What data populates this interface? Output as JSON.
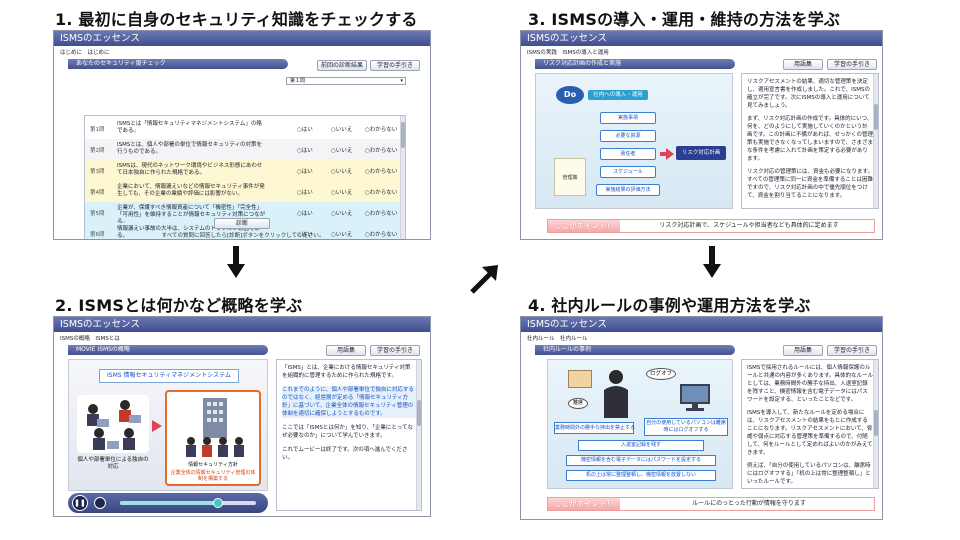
{
  "steps": [
    {
      "title": "1. 最初に自身のセキュリティ知識をチェックする"
    },
    {
      "title": "2. ISMSとは何かなど概略を学ぶ"
    },
    {
      "title": "3. ISMSの導入・運用・維持の方法を学ぶ"
    },
    {
      "title": "4. 社内ルールの事例や運用方法を学ぶ"
    }
  ],
  "app_title": "ISMSのエッセンス",
  "colors": {
    "accent": "#43508f",
    "point_pink": "#f6a8a8",
    "highlight_orange": "#e07010"
  },
  "screen1": {
    "breadcrumb": "はじめに　はじめに",
    "section": "あなたのセキュリティ度チェック",
    "btn_result": "前回の診断結果",
    "btn_help": "学習の手引き",
    "select_value": "第１問",
    "questions": [
      {
        "num": "第1問",
        "text": "ISMSとは「情報セキュリティマネジメントシステム」の略である。",
        "opts": [
          "○はい",
          "○いいえ",
          "○わからない"
        ]
      },
      {
        "num": "第2問",
        "text": "ISMSとは、個人や部署の単位で情報セキュリティの対策を行うものである。",
        "opts": [
          "○はい",
          "○いいえ",
          "○わからない"
        ]
      },
      {
        "num": "第3問",
        "text": "ISMSは、現代のネットワーク環境やビジネス形態にあわせて日本独自に作られた規格である。",
        "opts": [
          "○はい",
          "○いいえ",
          "○わからない"
        ]
      },
      {
        "num": "第4問",
        "text": "企業において、情報漏えいなどの情報セキュリティ事件が発生しても、その企業の業績や評価には影響がない。",
        "opts": [
          "○はい",
          "○いいえ",
          "○わからない"
        ]
      },
      {
        "num": "第5問",
        "text": "企業が、保護すべき情報資産について「機密性」「完全性」「可用性」を維持することが情報セキュリティ対策につながる。",
        "opts": [
          "○はい",
          "○いいえ",
          "○わからない"
        ]
      },
      {
        "num": "第6問",
        "text": "情報漏えい事故の大半は、システムのトラブルが原因である。",
        "opts": [
          "○はい",
          "○いいえ",
          "○わからない"
        ]
      }
    ],
    "btn_diagnose": "診断",
    "footer": "すべての質問に回答したら[診断]ボタンをクリックしてください。"
  },
  "screen2": {
    "breadcrumb": "ISMSの概略　ISMSとは",
    "section": "MOVIE  ISMSの概略",
    "btn_glossary": "用語集",
    "btn_help": "学習の手引き",
    "movie_heading_left": "ISMS",
    "movie_heading": "情報セキュリティマネジメントシステム",
    "label_left": "個人や部署単位による独自の対応",
    "label_building": "情報セキュリティ方針",
    "label_right": "企業全体の情報セキュリティ管理の体制を構築する",
    "text_lines": [
      {
        "t": "「ISMS」とは、企業における情報セキュリティ対策を組織的に管理するために作られた規格です。",
        "c": ""
      },
      {
        "t": "これまでのように、個人や部署単位で独自に対応するのではなく、経営層が定める「情報セキュリティ方針」に基づいて、企業全体の情報セキュリティ管理の体制を適切に確保しようとするものです。",
        "c": "hl-blue"
      },
      {
        "t": "ここでは「ISMSとは何か」を知り、「企業にとってなぜ必要なのか」について学んでいきます。",
        "c": ""
      },
      {
        "t": "これでムービーは終了です。次の項へ進んでください。",
        "c": ""
      }
    ],
    "progress": 0.72
  },
  "screen3": {
    "breadcrumb": "ISMSの実践　ISMSの導入と運用",
    "section": "リスク対応計画の作成と実施",
    "btn_glossary": "用語集",
    "btn_help": "学習の手引き",
    "do_label": "Do",
    "do_subtitle": "社内への導入・運用",
    "diagram_boxes": [
      "実施事項",
      "必要な資源",
      "責任者",
      "スケジュール",
      "実施結果の評価方法"
    ],
    "management_label": "管理策",
    "plan_label": "リスク対応計画",
    "text_lines": [
      {
        "t": "リスクアセスメントの結果、適切な管理策を決定し、適用宣言書を作成しました。これで、ISMSの確立が完了です。次にISMSの導入と運用について見てみましょう。",
        "c": ""
      },
      {
        "t": "まず、リスク対応計画の作成です。具体的にいつ、何を、どのようにして実施していくのかという計画です。この計画に不備があれば、せっかくの管理策も実施できなくなってしまいますので、さまざまな条件を考慮に入れて計画を策定する必要があります。",
        "c": ""
      },
      {
        "t": "リスク対応の管理策には、資金も必要になります。すべての管理策に同一に資金を準備することは困難ですので、リスク対応計画の中で優先順位をつけて、資金を割り当てることになります。",
        "c": ""
      }
    ],
    "point_label": "ここがポイント！",
    "point_text": "リスク対応計画で、スケジュールや担当者なども具体的に定めます"
  },
  "screen4": {
    "breadcrumb": "社内ルール　社内ルール",
    "section": "社内ルールの事例",
    "btn_glossary": "用語集",
    "btn_help": "学習の手引き",
    "bubble_logoff": "ログオフ",
    "bubble_absent": "離席",
    "rule_left": "業務時間外の勝手な持出を禁止する",
    "rule_right": "自分の使用しているパソコンは離席時にはログオフする",
    "rules_bottom": [
      "入退室記録を残す",
      "機密情報を含む電子データにはパスワードを設定する",
      "机の上は常に整理整頓し、機密情報を放置しない"
    ],
    "text_lines": [
      {
        "t": "ISMSで採用されるルールには、個人情報保護のルールと共通の内容が多くあります。具体的なルールとしては、業務時間外の勝手な持出、入退室記録を残すこと、機密情報を含む電子データにはパスワードを設定する、といったことなどです。",
        "c": ""
      },
      {
        "t": "ISMSを導入して、新たなルールを定める場合には、リスクアセスメントの結果をもとに作成することになります。リスクアセスメントにおいて、脅威や弱点に対応する管理策を準備するので、付随して、何をルールとして定めればよいのかがみえてきます。",
        "c": ""
      },
      {
        "t": "例えば、「自分の使用しているパソコンは、離席時にはログオフする」「机の上は常に整理整頓し」といったルールです。",
        "c": ""
      }
    ],
    "point_label": "ここがポイント！",
    "point_text": "ルールにのっとった行動が情報を守ります"
  }
}
